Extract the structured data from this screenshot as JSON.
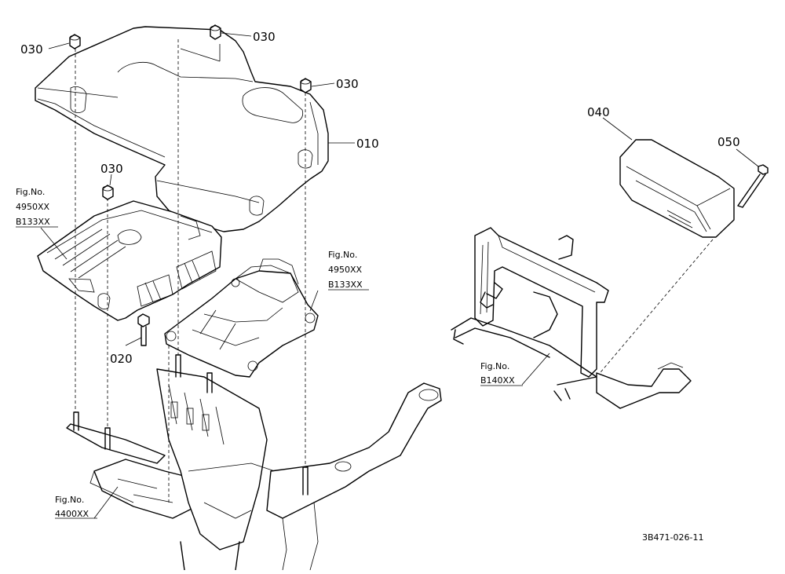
{
  "parts": [
    {
      "id": "010",
      "label": "010",
      "name": "cover"
    },
    {
      "id": "020",
      "label": "020",
      "name": "bolt"
    },
    {
      "id": "030a",
      "label": "030",
      "name": "nut"
    },
    {
      "id": "030b",
      "label": "030",
      "name": "nut"
    },
    {
      "id": "030c",
      "label": "030",
      "name": "nut"
    },
    {
      "id": "030d",
      "label": "030",
      "name": "nut"
    },
    {
      "id": "040",
      "label": "040",
      "name": "controller"
    },
    {
      "id": "050",
      "label": "050",
      "name": "bolt"
    }
  ],
  "fig_refs": [
    {
      "lines": [
        "Fig.No.",
        "4950XX",
        "B133XX"
      ]
    },
    {
      "lines": [
        "Fig.No.",
        "4950XX",
        "B133XX"
      ]
    },
    {
      "lines": [
        "Fig.No.",
        "B140XX"
      ]
    },
    {
      "lines": [
        "Fig.No.",
        "4400XX"
      ]
    }
  ],
  "drawing_code": "3B471-026-11",
  "colors": {
    "line": "#000000",
    "background": "#ffffff"
  }
}
